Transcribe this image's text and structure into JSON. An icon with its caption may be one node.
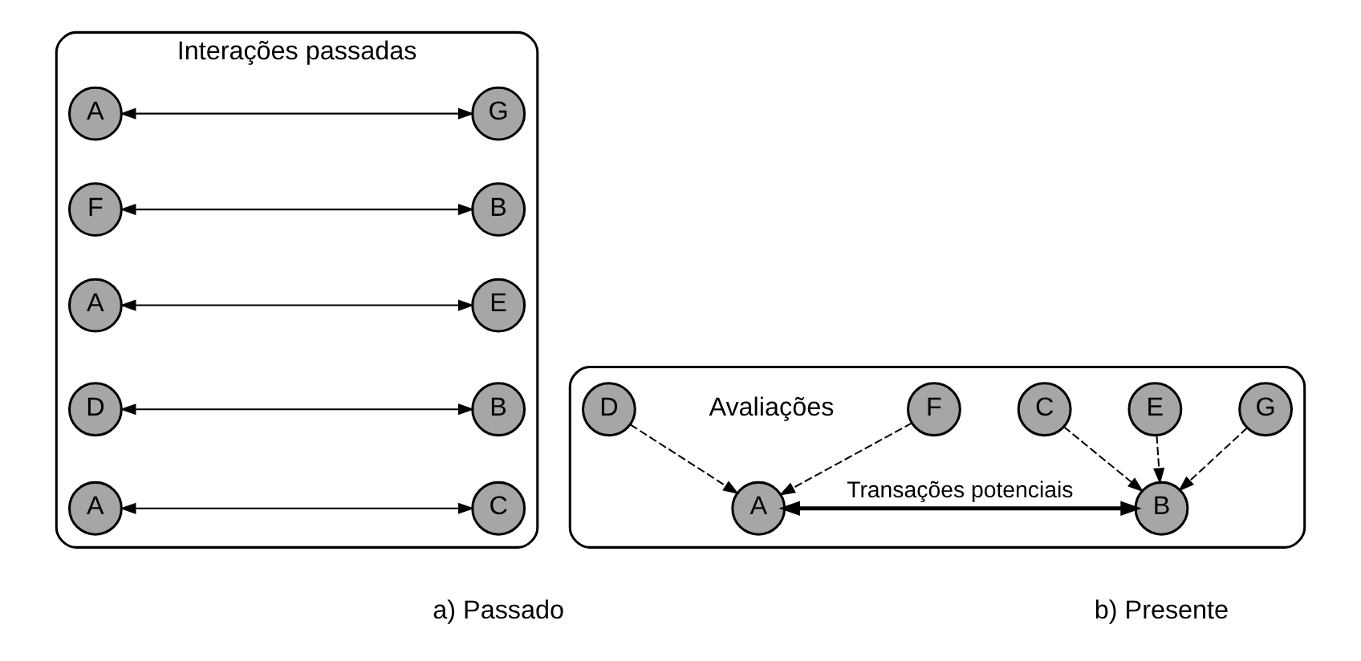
{
  "diagram": {
    "nodes": [
      {
        "text": [
          "Interações passadas"
        ],
        "beside": [
          "a) Passado"
        ]
      },
      {
        "text": [
          "A"
        ],
        "in": 0
      },
      {
        "text": [
          "G"
        ],
        "in": 0
      },
      {
        "text": [
          "F"
        ],
        "in": 0
      },
      {
        "text": [
          "B"
        ],
        "in": 0
      },
      {
        "text": [
          "A"
        ],
        "in": 0
      },
      {
        "text": [
          "E"
        ],
        "in": 0
      },
      {
        "text": [
          "D"
        ],
        "in": 0
      },
      {
        "text": [
          "B"
        ],
        "in": 0
      },
      {
        "text": [
          "A"
        ],
        "in": 0
      },
      {
        "text": [
          "C"
        ],
        "in": 0
      },
      {
        "text": [],
        "shape": "box",
        "beside": [
          "b) Presente"
        ]
      },
      {
        "text": [
          "F"
        ],
        "in": 11
      },
      {
        "text": [
          "G"
        ],
        "in": 11
      },
      {
        "text": [
          "D"
        ],
        "in": 11
      },
      {
        "text": [
          "E"
        ],
        "in": 11
      },
      {
        "text": [
          "C"
        ],
        "in": 11
      },
      {
        "text": [
          "A"
        ],
        "in": 11
      },
      {
        "text": [
          "B"
        ],
        "in": 11
      }
    ],
    "edges": [
      {
        "from": 1,
        "to": 2,
        "arrow": "both"
      },
      {
        "from": 3,
        "to": 4,
        "arrow": "both"
      },
      {
        "from": 5,
        "to": 6,
        "arrow": "both"
      },
      {
        "from": 7,
        "to": 8,
        "arrow": "both"
      },
      {
        "from": 9,
        "to": 10,
        "arrow": "both"
      },
      {
        "from": 14,
        "to": 17,
        "arrow": "to",
        "style": "dashed"
      },
      {
        "from": 12,
        "to": 17,
        "arrow": "to",
        "style": "dashed"
      },
      {
        "from": 16,
        "to": 18,
        "arrow": "to",
        "style": "dashed"
      },
      {
        "from": 15,
        "to": 18,
        "arrow": "to",
        "style": "dashed"
      },
      {
        "from": 13,
        "to": 18,
        "arrow": "to",
        "style": "dashed"
      },
      {
        "from": 17,
        "to": 18,
        "arrow": "both",
        "style": "thick",
        "label": "Transações potenciais"
      }
    ],
    "labels": [
      "Avaliações"
    ]
  }
}
